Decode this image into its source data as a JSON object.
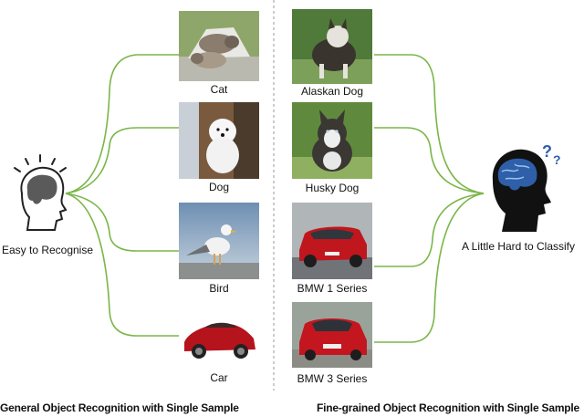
{
  "left": {
    "caption": "General Object Recognition with Single Sample",
    "head_label": "Easy to Recognise",
    "items": [
      {
        "label": "Cat",
        "icon": "cat-photo"
      },
      {
        "label": "Dog",
        "icon": "white-dog-photo"
      },
      {
        "label": "Bird",
        "icon": "seagull-photo"
      },
      {
        "label": "Car",
        "icon": "red-sports-car-photo"
      }
    ]
  },
  "right": {
    "caption": "Fine-grained Object Recognition with Single Sample",
    "head_label": "A Little Hard to Classify",
    "items": [
      {
        "label": "Alaskan Dog",
        "icon": "alaskan-dog-photo"
      },
      {
        "label": "Husky Dog",
        "icon": "husky-dog-photo"
      },
      {
        "label": "BMW 1 Series",
        "icon": "red-bmw-1-photo"
      },
      {
        "label": "BMW 3 Series",
        "icon": "red-bmw-3-photo"
      }
    ]
  },
  "colors": {
    "connector": "#7ab648",
    "divider": "#9a9a9a",
    "brain": "#2e5fa8"
  }
}
